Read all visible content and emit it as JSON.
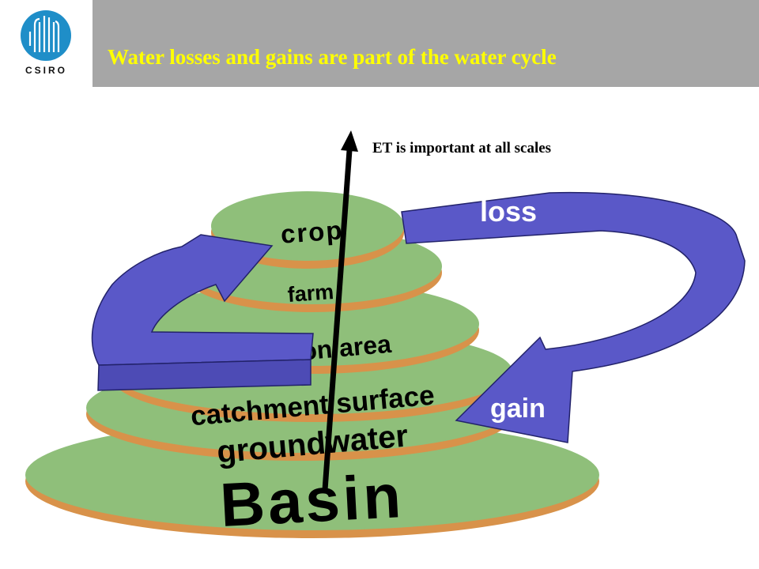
{
  "header": {
    "logo_text": "CSIRO",
    "title": "Water losses and gains are part of the water cycle"
  },
  "diagram": {
    "annotation": "ET is important at all scales",
    "layers": [
      {
        "id": "basin",
        "label": "Basin"
      },
      {
        "id": "groundwater",
        "label": "groundwater"
      },
      {
        "id": "catchment",
        "label": "catchment surface"
      },
      {
        "id": "irrigation",
        "label": "irrigation area"
      },
      {
        "id": "farm",
        "label": "farm"
      },
      {
        "id": "crop",
        "label": "crop"
      }
    ],
    "arrows": {
      "loss": "loss",
      "gain": "gain"
    }
  },
  "colors": {
    "title_bar": "#a6a6a6",
    "title_text": "#ffff00",
    "disk_top": "#8fbf7a",
    "disk_rim": "#d8924a",
    "arrow_fill": "#5a58c8",
    "arrow_text": "#ffffff",
    "logo_blue": "#1f8ec8"
  }
}
